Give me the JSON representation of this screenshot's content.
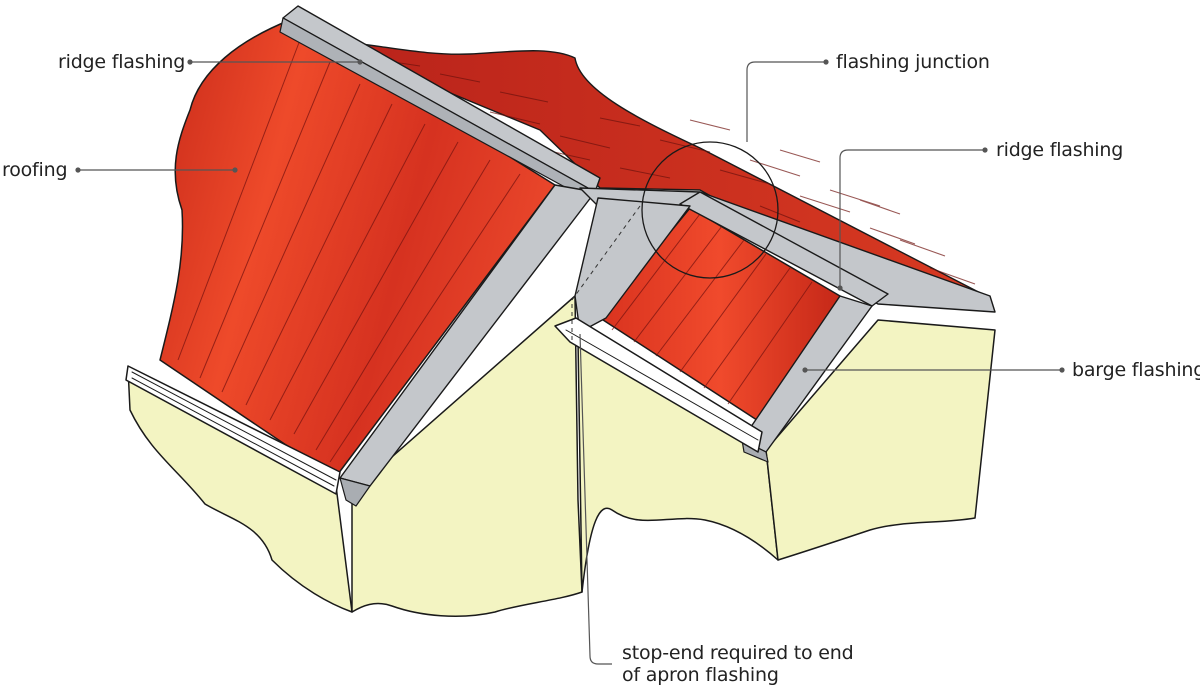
{
  "labels": {
    "ridge_flashing_left": "ridge flashing",
    "roofing": "roofing",
    "flashing_junction": "flashing junction",
    "ridge_flashing_right": "ridge flashing",
    "barge_flashing": "barge flashing",
    "stop_end_line1": "stop-end required to end",
    "stop_end_line2": "of apron flashing"
  },
  "colors": {
    "roof_red": "#e8371f",
    "roof_red_dark": "#b21f16",
    "flashing_grey": "#c4c7cb",
    "wall_cream": "#f3f4c2",
    "outline": "#1a1a1a"
  }
}
